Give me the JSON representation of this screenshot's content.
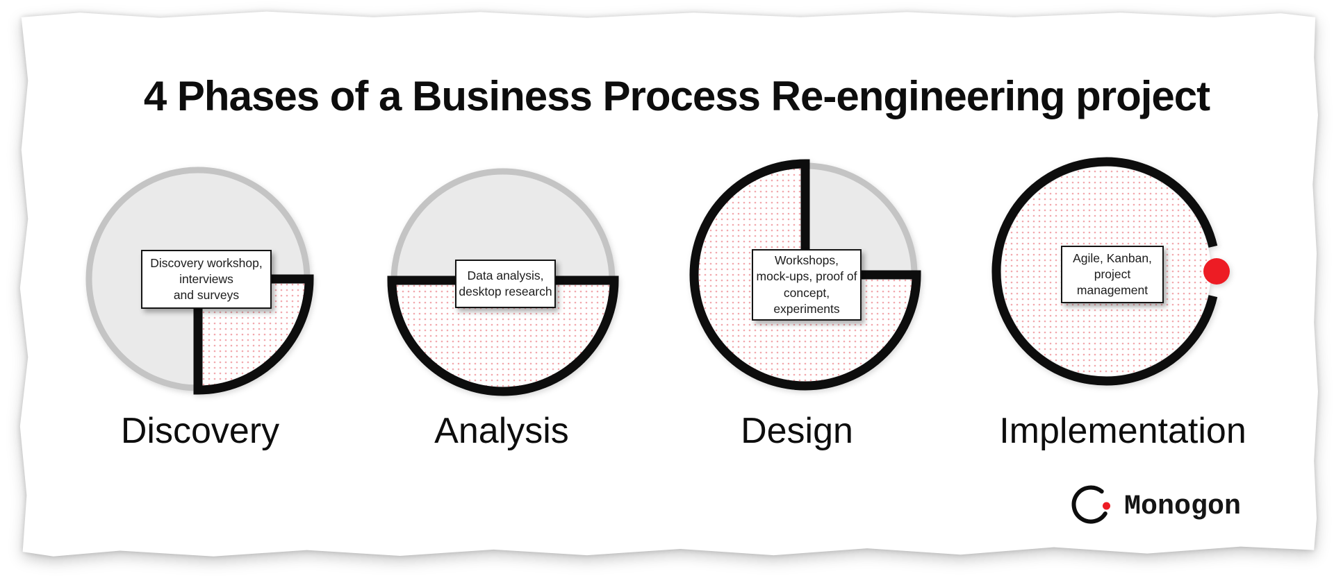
{
  "title": "4 Phases of a Business Process Re-engineering project",
  "phases": [
    {
      "name": "Discovery",
      "note": "Discovery workshop,\ninterviews\nand surveys",
      "completed_fraction": "25%"
    },
    {
      "name": "Analysis",
      "note": "Data analysis,\ndesktop research",
      "completed_fraction": "50%"
    },
    {
      "name": "Design",
      "note": "Workshops,\nmock-ups, proof of\nconcept,\nexperiments",
      "completed_fraction": "75%"
    },
    {
      "name": "Implementation",
      "note": "Agile, Kanban,\nproject\nmanagement",
      "completed_fraction": "100%"
    }
  ],
  "logo": {
    "text": "Monogon"
  },
  "colors": {
    "accent_red": "#ed1c24",
    "ink": "#0d0d0d",
    "gray_fill": "#eaeaea",
    "gray_ring": "#c4c4c4",
    "dot_pink": "#f2a8ad",
    "paper": "#ffffff"
  }
}
